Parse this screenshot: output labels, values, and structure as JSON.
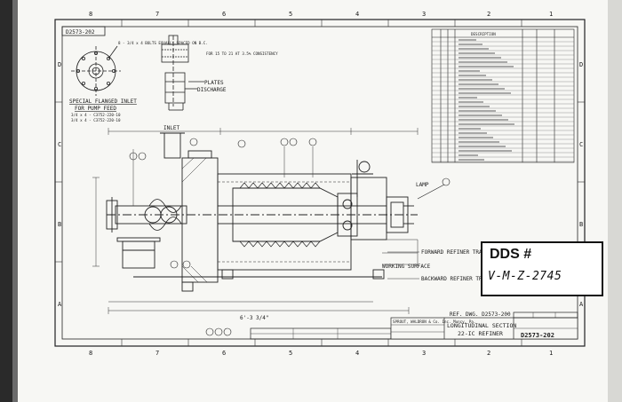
{
  "drawing": {
    "header_number": "D2573-202",
    "zones_top": [
      "8",
      "7",
      "6",
      "5",
      "4",
      "3",
      "2",
      "1"
    ],
    "zones_left": [
      "D",
      "C",
      "B",
      "A"
    ],
    "inlet_title": "SPECIAL FLANGED INLET",
    "inlet_note_1": "FOR PUMP FEED",
    "inlet_ref_1": "3/4 x 4 - C3752-220-10",
    "inlet_ref_2": "3/4 x 4 - C3752-220-10",
    "bolt_note": "8 - 3/4 x 4 BOLTS EQUALLY SPACED ON B.C.",
    "consistency_note": "FOR 15 TO 21 AT 3.5% CONSISTENCY",
    "label_discharge": "DISCHARGE",
    "label_plates": "PLATES",
    "label_inlet": "INLET",
    "label_lamp": "LAMP",
    "label_working_surface": "WORKING SURFACE",
    "label_forward": "FORWARD REFINER TRAVEL",
    "label_backward": "BACKWARD REFINER TRAVEL",
    "overall_dim": "6'-3 3/4\"",
    "ref_no": "REF. DWG. D2573-200",
    "company": "SPROUT, WALDRON & Co. Inc. Muncy, Pa.",
    "title_1": "LONGITUDINAL SECTION",
    "title_2": "22-IC REFINER",
    "dwg_no": "D2573-202",
    "table_header": "DESCRIPTION"
  },
  "dds": {
    "title": "DDS #",
    "number": "V-M-Z-2745"
  }
}
